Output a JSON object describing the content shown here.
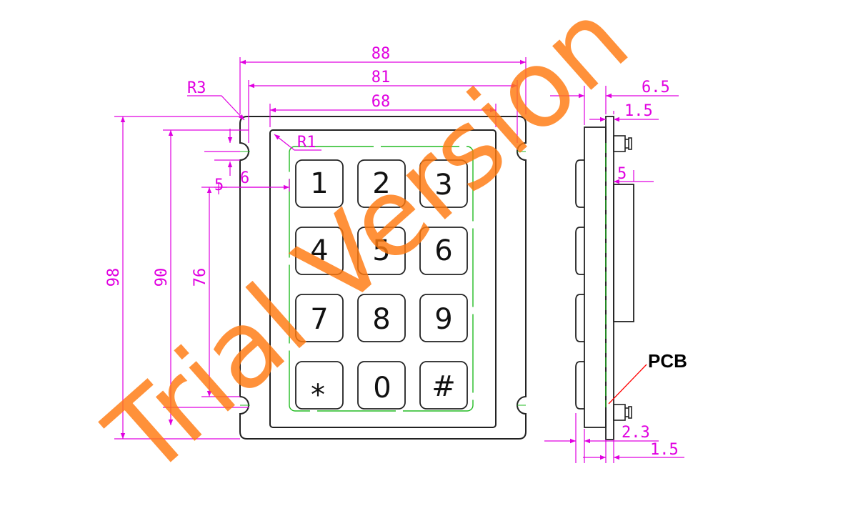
{
  "dimensions": {
    "overall_width": "88",
    "hole_spacing": "81",
    "inner_width": "68",
    "corner_radius_outer": "R3",
    "corner_radius_inner": "R1",
    "left_offset_5": "5",
    "left_offset_6": "6",
    "overall_height": "98",
    "hole_spacing_vertical": "90",
    "inner_height": "76",
    "side_total_thickness": "6.5",
    "side_plate_thickness_top": "1.5",
    "side_component_gap": "5",
    "side_plate_2_3": "2.3",
    "side_plate_thickness_bottom": "1.5"
  },
  "keypad": {
    "keys": [
      "1",
      "2",
      "3",
      "4",
      "5",
      "6",
      "7",
      "8",
      "9",
      "*",
      "0",
      "#"
    ]
  },
  "labels": {
    "pcb": "PCB"
  },
  "watermark": "Trial Version",
  "colors": {
    "dimension": "#e000e0",
    "outline": "#222222",
    "pcb_outline": "#22bb22",
    "watermark": "#ff7a10",
    "leader": "#ff0000"
  }
}
